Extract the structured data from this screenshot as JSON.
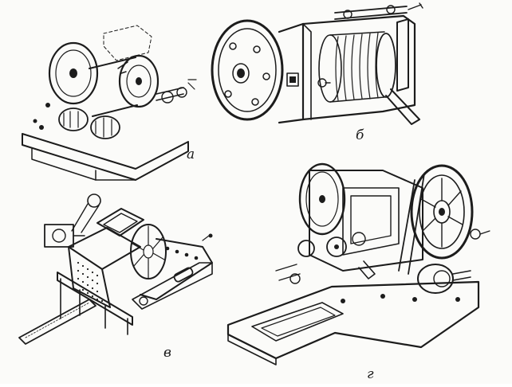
{
  "figures": [
    {
      "id": "a",
      "label": "а"
    },
    {
      "id": "b",
      "label": "б"
    },
    {
      "id": "v",
      "label": "в"
    },
    {
      "id": "g",
      "label": "г"
    }
  ],
  "colors": {
    "ink": "#1c1c1c",
    "paper": "#fbfbf9"
  }
}
